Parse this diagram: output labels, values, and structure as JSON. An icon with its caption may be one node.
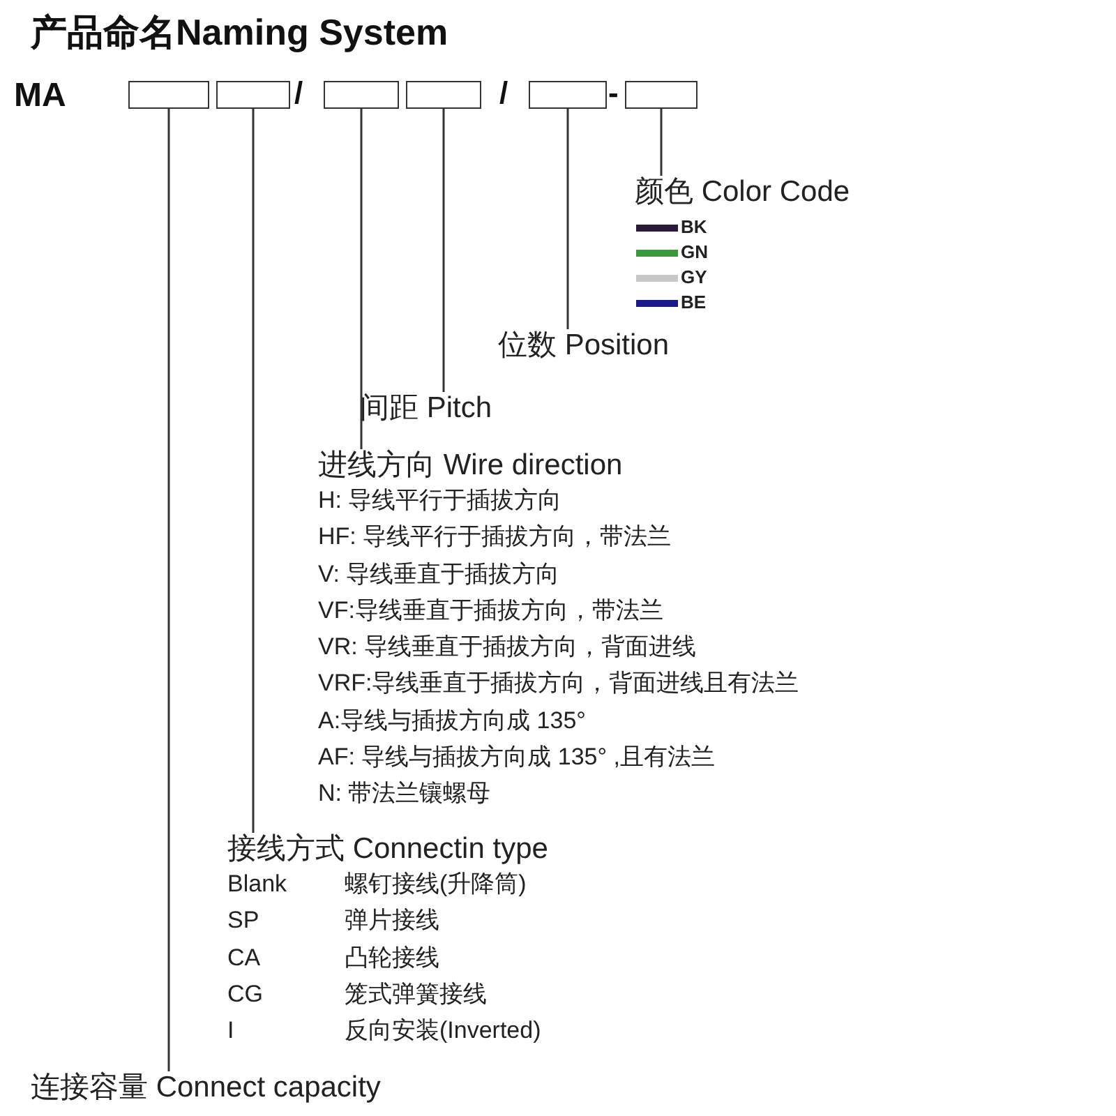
{
  "diagram": {
    "title": "产品命名**Naming System**",
    "nodes": [
      {
        "text": [],
        "shape": "box"
      },
      {
        "text": [],
        "shape": "box"
      },
      {
        "text": [],
        "shape": "box"
      },
      {
        "text": [],
        "shape": "box"
      },
      {
        "text": [],
        "shape": "box"
      },
      {
        "text": [],
        "shape": "box"
      },
      {
        "text": [
          "颜色 Color Code"
        ]
      },
      {
        "text": [
          "位数 Position"
        ]
      },
      {
        "text": [
          "间距 Pitch"
        ]
      },
      {
        "text": [
          "进线方向 Wire direction",
          "H: 导线平行于插拔方向",
          "HF: 导线平行于插拔方向，带法兰",
          "V: 导线垂直于插拔方向",
          "VF:导线垂直于插拔方向，带法兰",
          "VR: 导线垂直于插拔方向，背面进线",
          "VRF:导线垂直于插拔方向，背面进线且有法兰",
          "A:导线与插拔方向成 135°",
          "AF: 导线与插拔方向成 135° ,且有法兰",
          "N: 带法兰镶螺母"
        ]
      },
      {
        "text": [
          "接线方式 Connectin type",
          "Blank 螺钉接线(升降筒)",
          "SP 弹片接线",
          "CA 凸轮接线",
          "CG 笼式弹簧接线",
          "I 反向安装(Inverted)"
        ]
      },
      {
        "text": [
          "连接容量 Connect capacity"
        ]
      }
    ],
    "edges": [
      {
        "from": 0,
        "to": 11,
        "arrow": "none"
      },
      {
        "from": 1,
        "to": 10,
        "arrow": "none"
      },
      {
        "from": 2,
        "to": 9,
        "arrow": "none"
      },
      {
        "from": 3,
        "to": 8,
        "arrow": "none"
      },
      {
        "from": 4,
        "to": 7,
        "arrow": "none"
      },
      {
        "from": 5,
        "to": 6,
        "arrow": "none"
      }
    ],
    "labels": [
      "MA",
      "/",
      "/",
      "-"
    ],
    "legend": [
      {
        "text": "BK",
        "color": "#2a1a3a"
      },
      {
        "text": "GN",
        "color": "#3a9a3a"
      },
      {
        "text": "GY",
        "color": "#c8c8c8"
      },
      {
        "text": "BE",
        "color": "#1a1a8a"
      }
    ]
  }
}
